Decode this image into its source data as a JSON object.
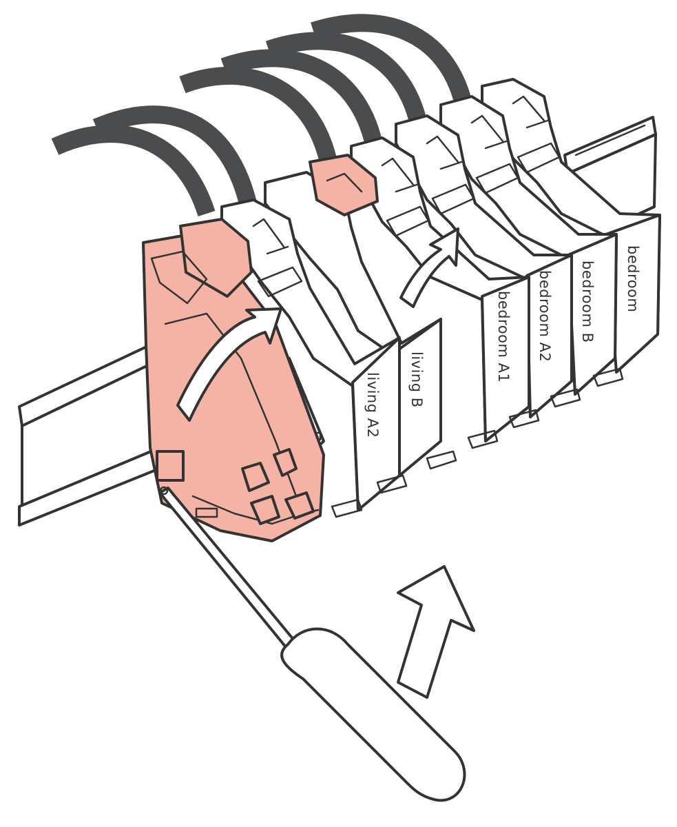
{
  "colors": {
    "outline": "#333333",
    "cable": "#4b4c4e",
    "highlight": "#f5b3a5",
    "body": "#ffffff"
  },
  "modules": [
    {
      "label": "living A2"
    },
    {
      "label": "living B"
    },
    {
      "label": "bedroom A1"
    },
    {
      "label": "bedroom A2"
    },
    {
      "label": "bedroom B"
    },
    {
      "label": "bedroom"
    }
  ],
  "icons": {
    "tool": "screwdriver-icon",
    "motion": "curved-arrow-icon",
    "lift": "up-arrow-icon"
  }
}
